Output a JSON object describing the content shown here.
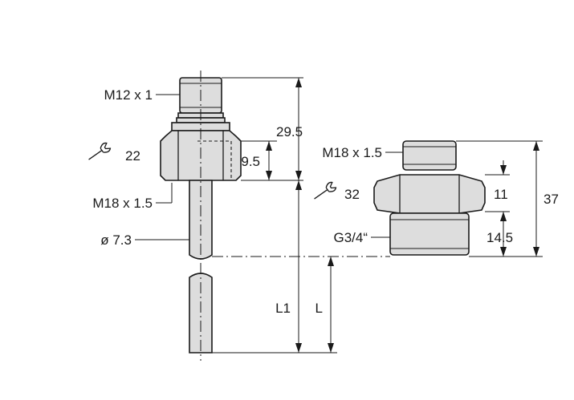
{
  "labels": {
    "m12": "M12 x 1",
    "d295": "29.5",
    "d95": "9.5",
    "wrench22": "22",
    "m18_sensor": "M18 x 1.5",
    "diameter": "ø 7.3",
    "l1": "L1",
    "l": "L",
    "m18_adapter": "M18 x 1.5",
    "wrench32": "32",
    "d11": "11",
    "d37": "37",
    "g34": "G3/4“",
    "d145": "14.5"
  },
  "icons": {
    "wrench": "wrench-icon"
  },
  "colors": {
    "line": "#1a1a1a",
    "part_fill": "#dddddd",
    "background": "#ffffff"
  }
}
